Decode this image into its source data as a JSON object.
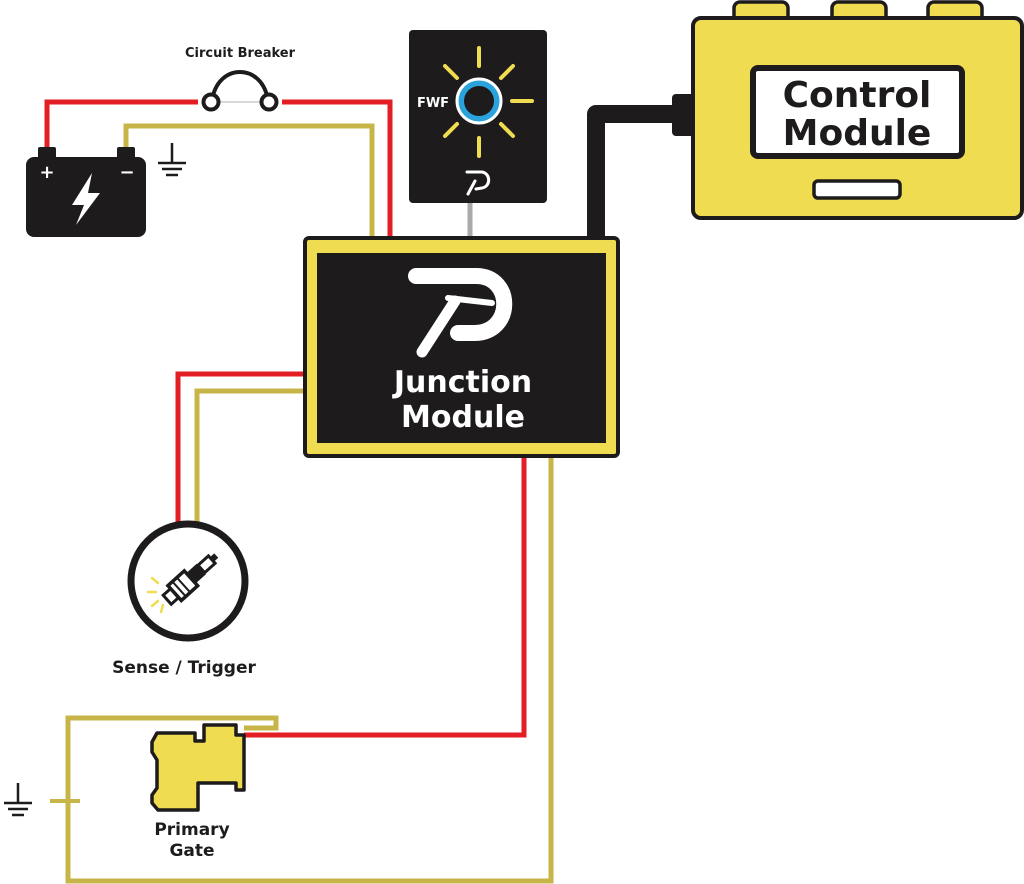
{
  "diagram": {
    "circuit_breaker_label": "Circuit Breaker",
    "fwf_label": "FWF",
    "junction_line1": "Junction",
    "junction_line2": "Module",
    "control_line1": "Control",
    "control_line2": "Module",
    "sense_label": "Sense / Trigger",
    "gate_line1": "Primary",
    "gate_line2": "Gate",
    "battery_plus": "+",
    "battery_minus": "−"
  },
  "colors": {
    "red_wire": "#e31e24",
    "olive_wire": "#c8b549",
    "yellow": "#f0dc50",
    "black": "#1d1b1b",
    "blue_ring": "#2aa3dc"
  }
}
